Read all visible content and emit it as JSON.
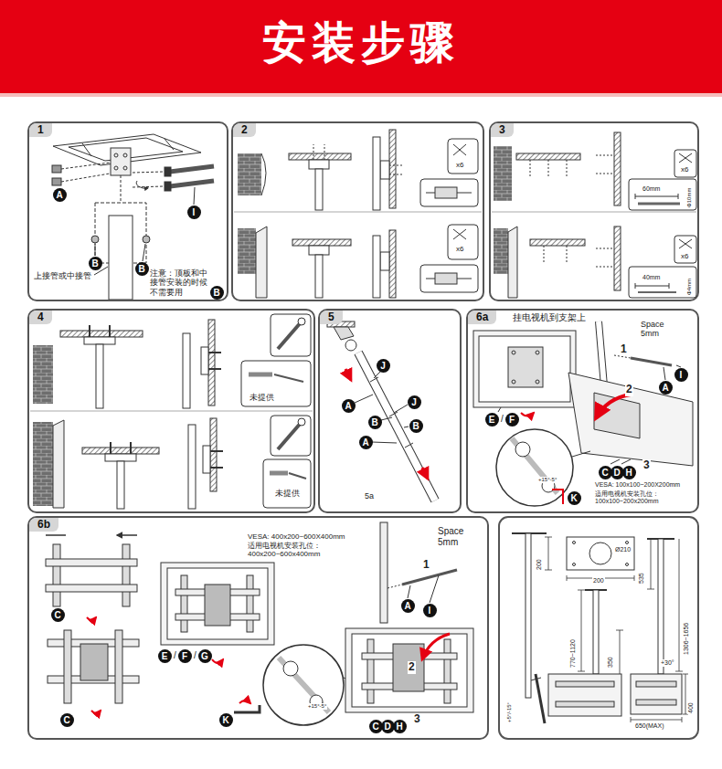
{
  "diagram": {
    "title": "安装步骤",
    "nodes": [
      {
        "text": [
          "1"
        ]
      },
      {
        "text": [
          "A"
        ],
        "in": 0
      },
      {
        "text": [
          "I"
        ],
        "in": 0
      },
      {
        "text": [
          "B"
        ],
        "in": 0
      },
      {
        "text": [
          "B"
        ],
        "in": 0
      },
      {
        "text": [
          "B"
        ],
        "in": 0
      },
      {
        "text": [
          "2"
        ]
      },
      {
        "text": [
          "3"
        ]
      },
      {
        "text": [
          "4"
        ]
      },
      {
        "text": [
          "5"
        ]
      },
      {
        "text": [
          "J"
        ],
        "in": 9
      },
      {
        "text": [
          "A"
        ],
        "in": 9
      },
      {
        "text": [
          "J"
        ],
        "in": 9
      },
      {
        "text": [
          "B"
        ],
        "in": 9
      },
      {
        "text": [
          "B"
        ],
        "in": 9
      },
      {
        "text": [
          "A"
        ],
        "in": 9
      },
      {
        "text": [
          "6a"
        ]
      },
      {
        "text": [
          "A"
        ],
        "in": 16
      },
      {
        "text": [
          "I"
        ],
        "in": 16
      },
      {
        "text": [
          "E"
        ],
        "in": 16
      },
      {
        "text": [
          "F"
        ],
        "in": 16
      },
      {
        "text": [
          "C"
        ],
        "in": 16
      },
      {
        "text": [
          "D"
        ],
        "in": 16
      },
      {
        "text": [
          "H"
        ],
        "in": 16
      },
      {
        "text": [
          "K"
        ],
        "in": 16
      },
      {
        "text": [
          "6b"
        ]
      },
      {
        "text": [
          "C"
        ],
        "in": 25
      },
      {
        "text": [
          "C"
        ],
        "in": 25
      },
      {
        "text": [
          "E"
        ],
        "in": 25
      },
      {
        "text": [
          "F"
        ],
        "in": 25
      },
      {
        "text": [
          "G"
        ],
        "in": 25
      },
      {
        "text": [
          "K"
        ],
        "in": 25
      },
      {
        "text": [
          "A"
        ],
        "in": 25
      },
      {
        "text": [
          "I"
        ],
        "in": 25
      },
      {
        "text": [
          "C"
        ],
        "in": 25
      },
      {
        "text": [
          "D"
        ],
        "in": 25
      },
      {
        "text": [
          "H"
        ],
        "in": 25
      }
    ],
    "labels": [
      "上接管或中接管",
      "注意：顶板和中接管安装的时候不需要用",
      "x6",
      "x6",
      "x6",
      "60mm",
      "Φ10mm",
      "x6",
      "40mm",
      "Φ4mm",
      "未提供",
      "未提供",
      "5a",
      "挂电视机到支架上",
      "Space 5mm",
      "1",
      "2",
      "3",
      "/",
      "+15°-5°",
      "VESA: 100x100~200X200mm",
      "适用电视机安装孔位：100x100~200x200mm",
      "VESA: 400x200~600X400mm",
      "适用电视机安装孔位：400x200~600x400mm",
      "Space 5mm",
      "1",
      "2",
      "3",
      "/",
      "/",
      "+15°-5°",
      "Ø210",
      "200",
      "200",
      "535",
      "1306~1656",
      "770~1120",
      "350",
      "+30°",
      "400",
      "650(MAX)",
      "+5°/-15°"
    ]
  }
}
